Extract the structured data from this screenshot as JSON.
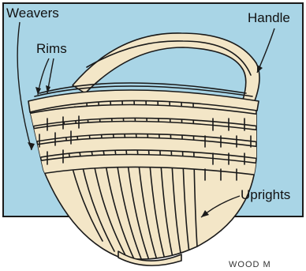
{
  "labels": {
    "weavers": "Weavers",
    "rims": "Rims",
    "handle": "Handle",
    "uprights": "Uprights"
  },
  "credit": "WOOD M",
  "colors": {
    "panel": "#a9d5e6",
    "wood": "#f3e6c7",
    "wood_shade": "#d9c59a",
    "ink": "#1a1a1a"
  }
}
